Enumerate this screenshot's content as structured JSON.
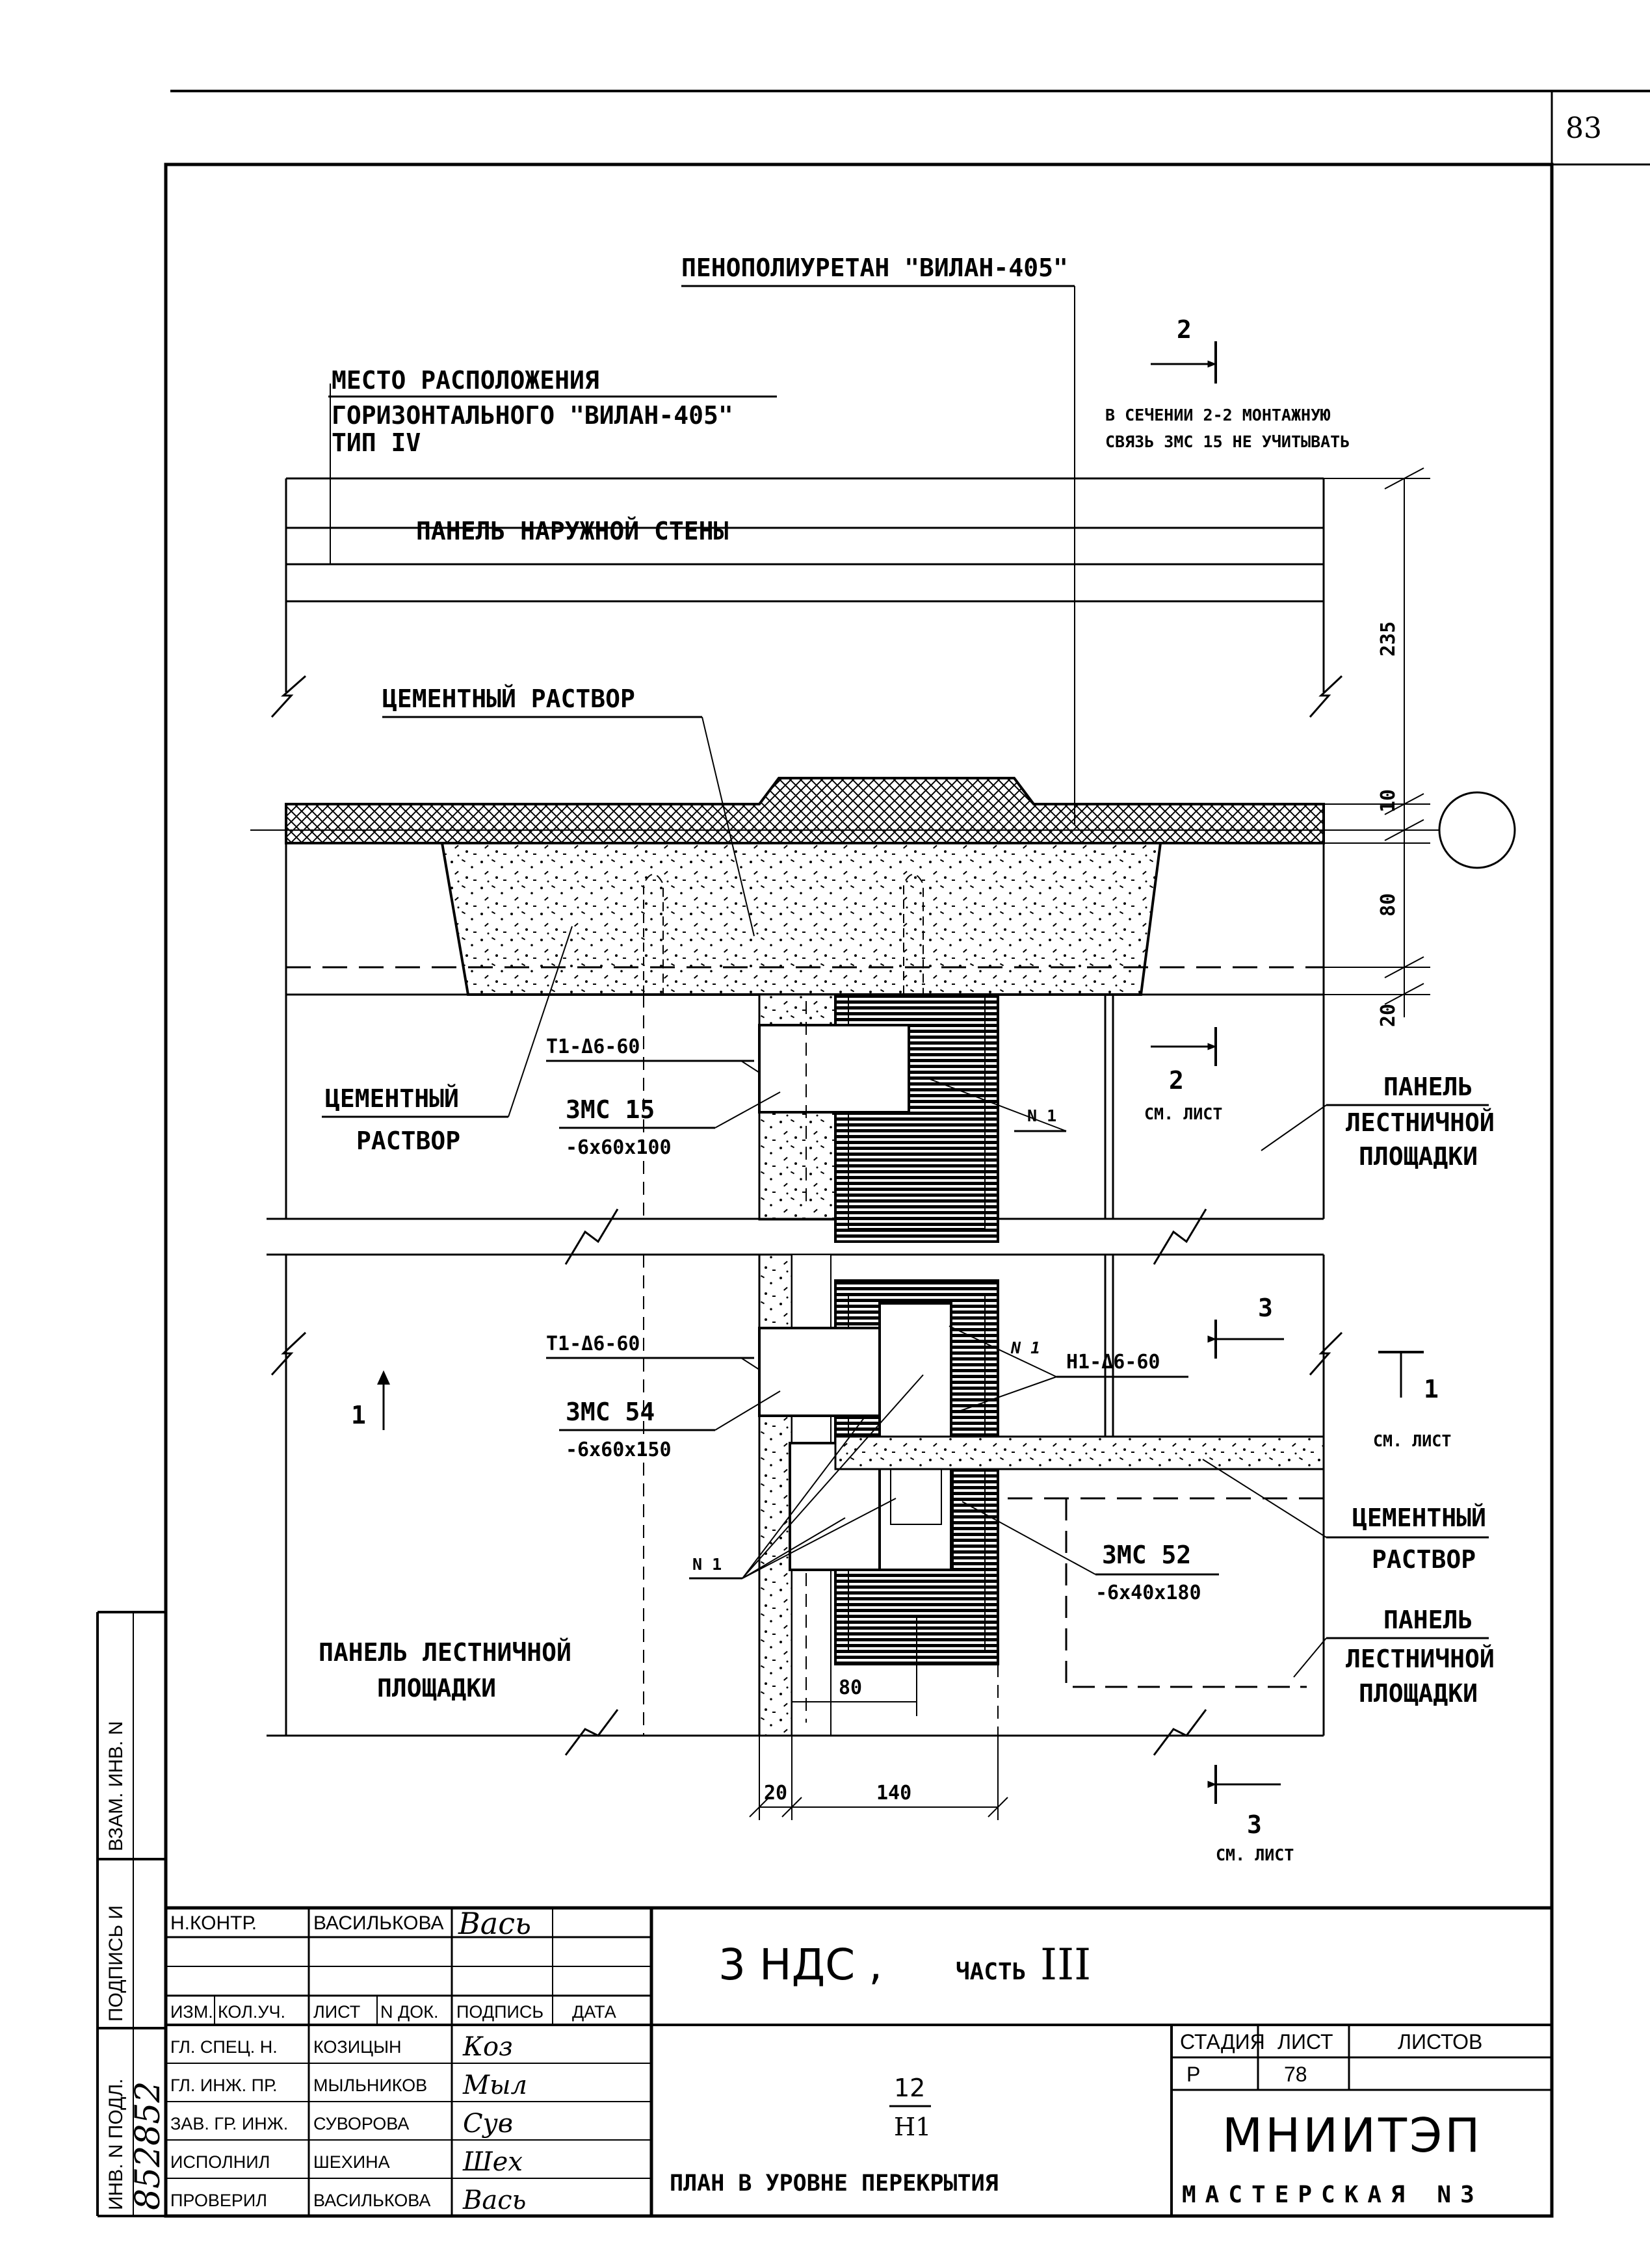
{
  "sheet_no": "83",
  "callouts": {
    "foam": "ПЕНОПОЛИУРЕТАН \"ВИЛАН-405\"",
    "placement_1": "МЕСТО РАСПОЛОЖЕНИЯ",
    "placement_2": "ГОРИЗОНТАЛЬНОГО \"ВИЛАН-405\"",
    "placement_3": "ТИП IV",
    "note_1": "В СЕЧЕНИИ 2-2 МОНТАЖНУЮ",
    "note_2": "СВЯЗЬ ЗМС 15 НЕ УЧИТЫВАТЬ",
    "outer_wall": "ПАНЕЛЬ НАРУЖНОЙ СТЕНЫ",
    "mortar_top": "ЦЕМЕНТНЫЙ РАСТВОР",
    "mortar_left_1": "ЦЕМЕНТНЫЙ",
    "mortar_left_2": "РАСТВОР",
    "t1_upper": "Т1-Δ6-60",
    "zmc15": "ЗМС 15",
    "zmc15_size": "-6x60x100",
    "n1_upper": "N 1",
    "landing_r1_1": "ПАНЕЛЬ",
    "landing_r1_2": "ЛЕСТНИЧНОЙ",
    "landing_r1_3": "ПЛОЩАДКИ",
    "t1_lower": "Т1-Δ6-60",
    "zmc54": "ЗМС 54",
    "zmc54_size": "-6x60x150",
    "n1_lower": "N 1",
    "n1_small": "N 1",
    "h1": "Н1-Δ6-60",
    "mortar_right_1": "ЦЕМЕНТНЫЙ",
    "mortar_right_2": "РАСТВОР",
    "zmc52": "ЗМС 52",
    "zmc52_size": "-6x40x180",
    "landing_r2_1": "ПАНЕЛЬ",
    "landing_r2_2": "ЛЕСТНИЧНОЙ",
    "landing_r2_3": "ПЛОЩАДКИ",
    "landing_l_1": "ПАНЕЛЬ ЛЕСТНИЧНОЙ",
    "landing_l_2": "ПЛОЩАДКИ"
  },
  "sections": {
    "s2_top": "2",
    "s2_mid": "2",
    "s2_mid_ref": "СМ. ЛИСТ",
    "s3_top": "3",
    "s1_left": "1",
    "s1_right": "1",
    "s1_right_ref": "СМ. ЛИСТ",
    "s3_bot": "3",
    "s3_bot_ref": "СМ. ЛИСТ"
  },
  "dimensions": {
    "d235": "235",
    "d10": "10",
    "d80": "80",
    "d20": "20",
    "d80b": "80",
    "d20b": "20",
    "d140": "140"
  },
  "left_strip": {
    "a": "ИНВ. N ПОДЛ.",
    "b": "ПОДПИСЬ И",
    "c": "ВЗАМ. ИНВ. N",
    "inv_number": "852852"
  },
  "title_block": {
    "n_kontr_role": "Н.КОНТР.",
    "n_kontr_name": "ВАСИЛЬКОВА",
    "n_kontr_sig": "Вась",
    "headers": [
      "ИЗМ.",
      "КОЛ.УЧ.",
      "ЛИСТ",
      "N ДОК.",
      "ПОДПИСЬ",
      "ДАТА"
    ],
    "rows": [
      {
        "role": "ГЛ. СПЕЦ. Н.",
        "name": "КОЗИЦЫН",
        "sig": "Коз"
      },
      {
        "role": "ГЛ. ИНЖ. ПР.",
        "name": "МЫЛЬНИКОВ",
        "sig": "Мыл"
      },
      {
        "role": "ЗАВ. ГР. ИНЖ.",
        "name": "СУВОРОВА",
        "sig": "Сув"
      },
      {
        "role": "ИСПОЛНИЛ",
        "name": "ШЕХИНА",
        "sig": "Шех"
      },
      {
        "role": "ПРОВЕРИЛ",
        "name": "ВАСИЛЬКОВА",
        "sig": "Вась"
      }
    ],
    "project": "3 НДС ,",
    "project_part_prefix": "ЧАСТЬ",
    "project_part": "III",
    "fraction_num": "12",
    "fraction_den": "Н1",
    "drawing_title": "ПЛАН В УРОВНЕ ПЕРЕКРЫТИЯ",
    "stage_label": "СТАДИЯ",
    "sheet_label": "ЛИСТ",
    "sheets_label": "ЛИСТОВ",
    "stage": "Р",
    "sheet": "78",
    "sheets": "",
    "org": "МНИИТЭП",
    "workshop": "МАСТЕРСКАЯ N3"
  }
}
